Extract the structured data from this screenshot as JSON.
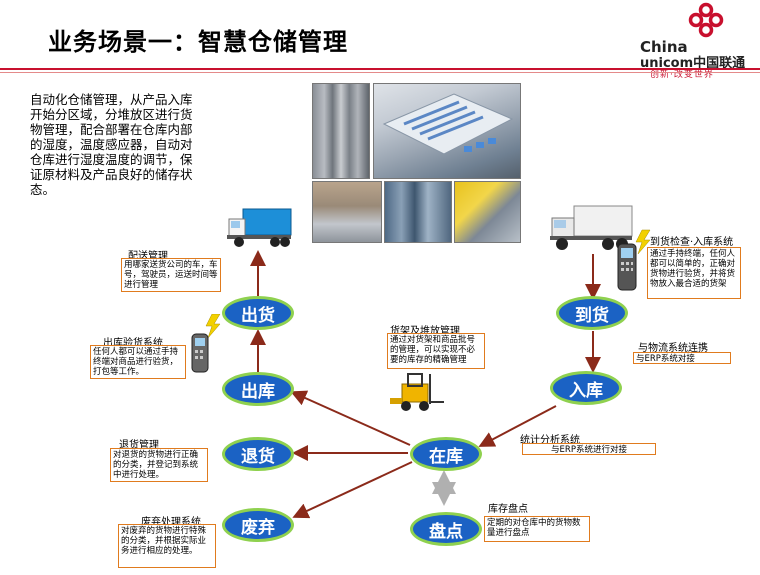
{
  "header": {
    "title": "业务场景一：智慧仓储管理",
    "logo_line1": "China",
    "logo_line2": "unicom中国联通",
    "logo_slogan": "创新·改变世界"
  },
  "intro": "自动化仓储管理，从产品入库开始分区域，分堆放区进行货物管理，配合部署在仓库内部的湿度，温度感应器，自动对仓库进行湿度温度的调节，保证原材料及产品良好的储存状态。",
  "nodes": {
    "chuhuo": "出货",
    "daohuo": "到货",
    "chuku": "出库",
    "ruku": "入库",
    "tuihuo": "退货",
    "zaiku": "在库",
    "feiqi": "废弃",
    "pandian": "盘点"
  },
  "labels": {
    "peisong_title": "配送管理",
    "peisong_box": "用哪家送货公司的车，车号，驾驶员，运送时间等进行管理",
    "chuku_check_title": "出库验货系统",
    "chuku_check_box": "任何人都可以通过手持终端对商品进行验货，打包等工作。",
    "huojia_title": "货架及堆放管理",
    "huojia_box": "通过对货架和商品批号的管理，可以实现不必要的库存的精确管理",
    "daohuo_title": "到货检查·入库系统",
    "daohuo_box": "通过手持终端，任何人都可以简单的，正确对货物进行验货，并将货物放入最合适的货架",
    "wuliu_title": "与物流系统连携",
    "wuliu_box": "与ERP系统对接",
    "tongji_title": "统计分析系统",
    "tongji_box": "与ERP系统进行对接",
    "tuihuo_title": "退货管理",
    "tuihuo_box": "对退货的货物进行正确的分类，并登记到系统中进行处理。",
    "feiqi_title": "废弃处理系统",
    "feiqi_box": "对废弃的货物进行特殊的分类，并根据实际业务进行相应的处理。",
    "pandian_title": "库存盘点",
    "pandian_box": "定期的对仓库中的货物数量进行盘点"
  },
  "colors": {
    "node_fill": "#1b62c4",
    "node_border": "#8fd14f",
    "arrow": "#8b2a1a",
    "box_border": "#e07b1e",
    "brand_red": "#c8102e"
  }
}
